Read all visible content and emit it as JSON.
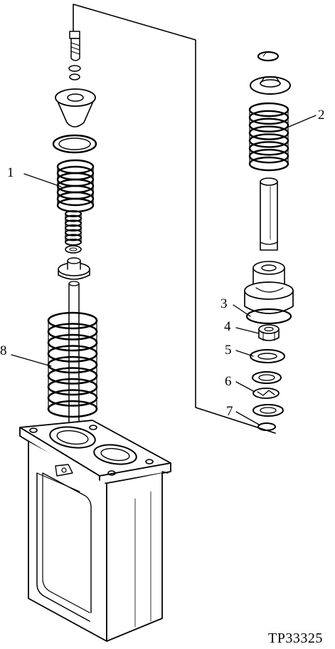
{
  "labels": {
    "p1": "1",
    "p2": "2",
    "p3": "3",
    "p4": "4",
    "p5": "5",
    "p6": "6",
    "p7": "7",
    "p8": "8"
  },
  "reference": "TP33325",
  "colors": {
    "ink": "#000000",
    "paper": "#ffffff"
  }
}
